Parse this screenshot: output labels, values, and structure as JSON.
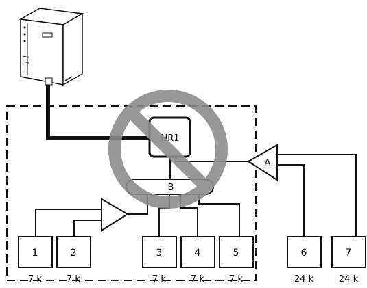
{
  "hr_unit": {
    "label": "HR1"
  },
  "branch_box": {
    "label": "B"
  },
  "joint_a": {
    "label": "A"
  },
  "indoor_units": [
    {
      "number": "1",
      "capacity": "7 k"
    },
    {
      "number": "2",
      "capacity": "7 k"
    },
    {
      "number": "3",
      "capacity": "7 k"
    },
    {
      "number": "4",
      "capacity": "7 k"
    },
    {
      "number": "5",
      "capacity": "7 k"
    },
    {
      "number": "6",
      "capacity": "24 k"
    },
    {
      "number": "7",
      "capacity": "24 k"
    }
  ],
  "prohibition_color": "#8c8c8c"
}
